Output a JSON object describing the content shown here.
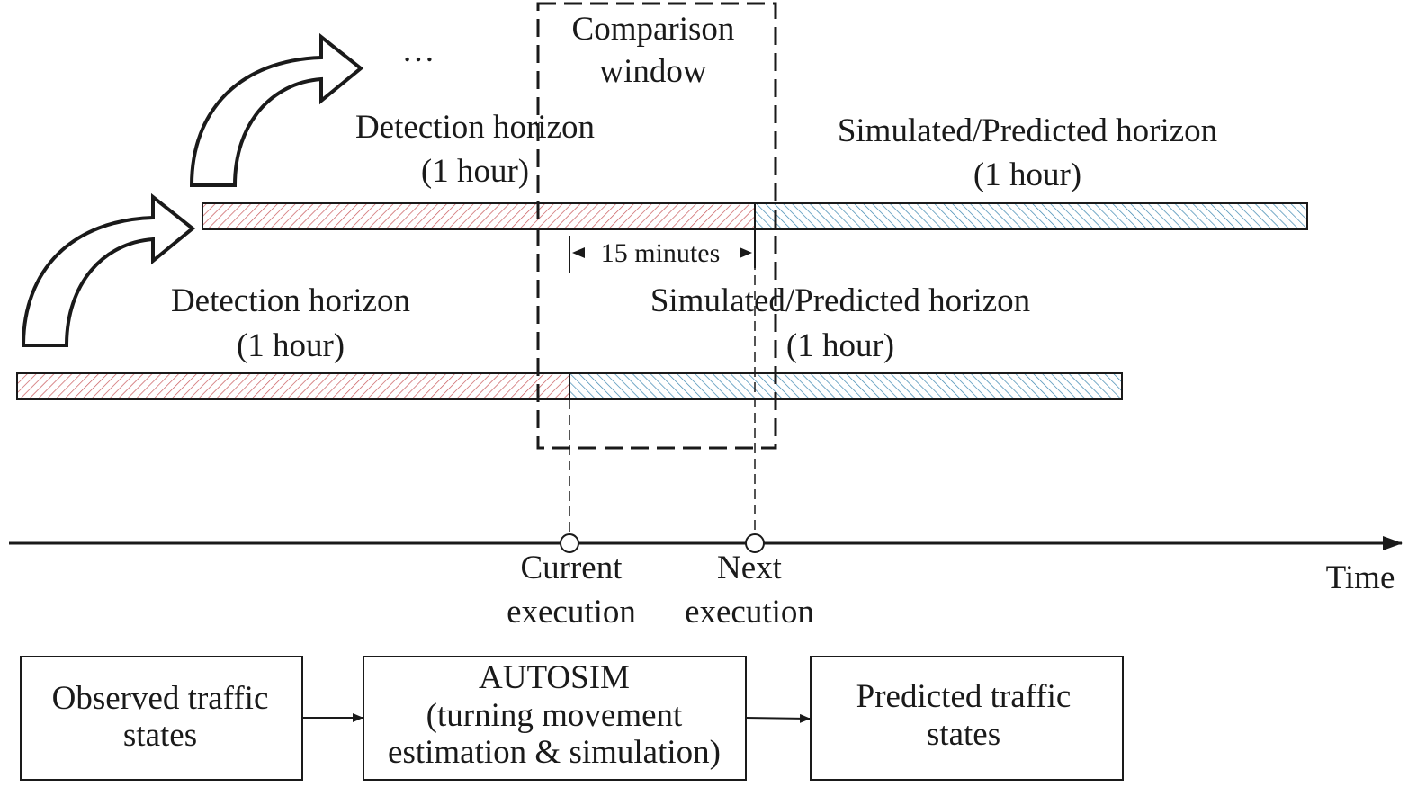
{
  "ellipsis": "…",
  "comparison_window": {
    "line1": "Comparison",
    "line2": "window"
  },
  "upper_row": {
    "detection": {
      "title": "Detection horizon",
      "duration": "(1 hour)"
    },
    "predicted": {
      "title": "Simulated/Predicted horizon",
      "duration": "(1 hour)"
    }
  },
  "interval_label": "15 minutes",
  "lower_row": {
    "detection": {
      "title": "Detection horizon",
      "duration": "(1 hour)"
    },
    "predicted": {
      "title": "Simulated/Predicted horizon",
      "duration": "(1 hour)"
    }
  },
  "timeline": {
    "axis_label": "Time",
    "current": {
      "line1": "Current",
      "line2": "execution"
    },
    "next": {
      "line1": "Next",
      "line2": "execution"
    }
  },
  "flow": {
    "observed": {
      "line1": "Observed traffic",
      "line2": "states"
    },
    "autosim": {
      "line1": "AUTOSIM",
      "line2": "(turning movement",
      "line3": "estimation & simulation)"
    },
    "predicted": {
      "line1": "Predicted traffic",
      "line2": "states"
    }
  },
  "colors": {
    "detection_hatch": "#c9585b",
    "predicted_hatch": "#3a86b0",
    "ink": "#1a1a1a"
  }
}
